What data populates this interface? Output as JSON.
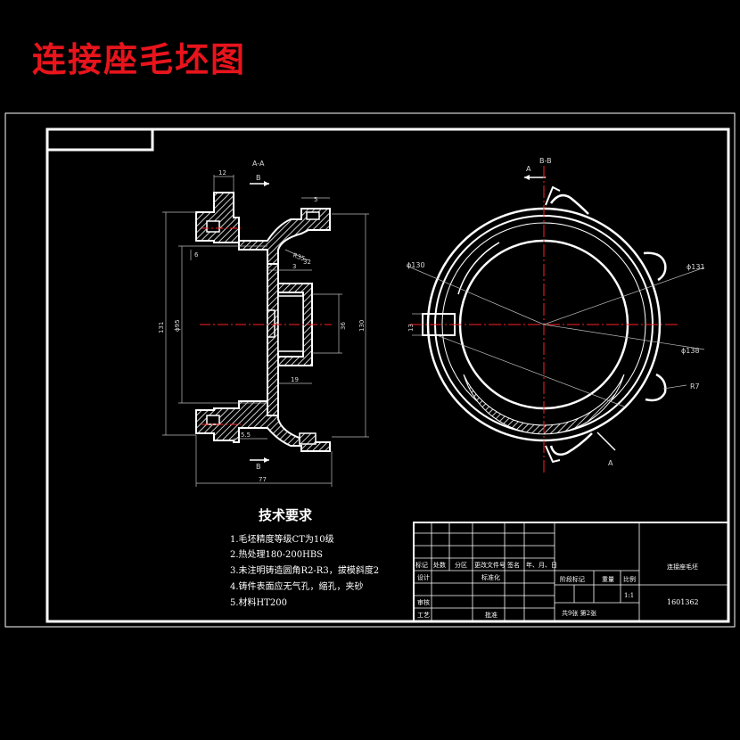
{
  "title": "连接座毛坯图",
  "section_aa": {
    "label": "A-A",
    "cut_label": "B",
    "dims": {
      "d12": "12",
      "d5": "5",
      "d3": "3",
      "d32": "32",
      "r35": "R35",
      "d6": "6",
      "d131": "131",
      "dphi95": "ϕ95",
      "d36": "36",
      "d130": "130",
      "d19": "19",
      "d55": "5.5",
      "d77": "77"
    }
  },
  "section_bb": {
    "label": "B-B",
    "cut_label": "A",
    "dims": {
      "phi130": "ϕ130",
      "phi131": "ϕ131",
      "d13": "13",
      "phi138": "ϕ138",
      "r7": "R7"
    }
  },
  "tech": {
    "heading": "技术要求",
    "items": [
      "1.毛坯精度等级CT为10级",
      "2.热处理180-200HBS",
      "3.未注明铸造圆角R2-R3，拔模斜度2",
      "4.铸件表面应无气孔，缩孔，夹砂",
      "5.材料HT200"
    ]
  },
  "title_block": {
    "part_name": "连接座毛坯",
    "drawing_no": "1601362",
    "scale": "1:1",
    "stage_label": "阶段标记",
    "weight_label": "重量",
    "scale_label": "比例",
    "sheets": "共9张 第2张",
    "rev_headers": [
      "标记",
      "处数",
      "分区",
      "更改文件号",
      "签名",
      "年、月、日"
    ],
    "design": "设计",
    "standardize": "标准化",
    "review": "审核",
    "process": "工艺",
    "approve": "批准"
  }
}
